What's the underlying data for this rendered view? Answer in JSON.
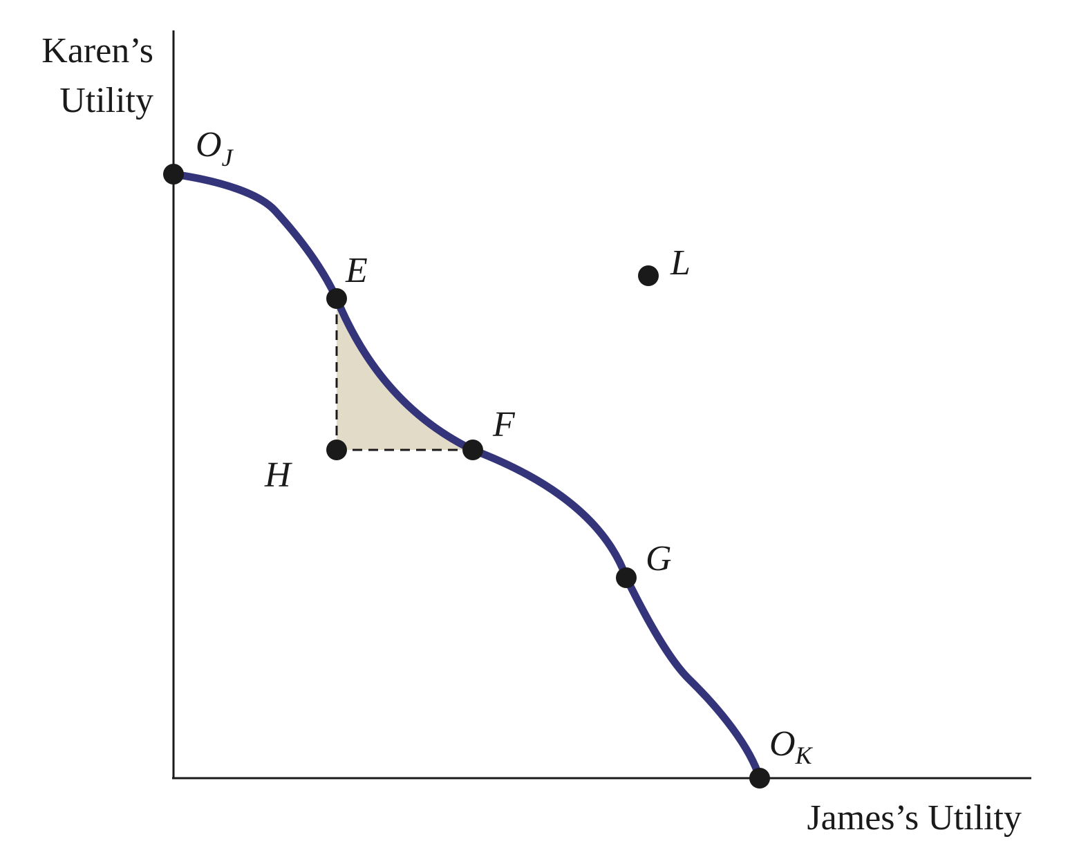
{
  "axes": {
    "y_title_line1": "Karen’s",
    "y_title_line2": "Utility",
    "x_title": "James’s Utility"
  },
  "points": {
    "OJ": {
      "letter": "O",
      "sub": "J"
    },
    "OK": {
      "letter": "O",
      "sub": "K"
    },
    "E": "E",
    "F": "F",
    "G": "G",
    "H": "H",
    "L": "L"
  },
  "colors": {
    "frontier": "#34347a",
    "points": "#1a1a1a",
    "shaded_region": "#e2dbc8",
    "axes": "#1a1a1a"
  }
}
